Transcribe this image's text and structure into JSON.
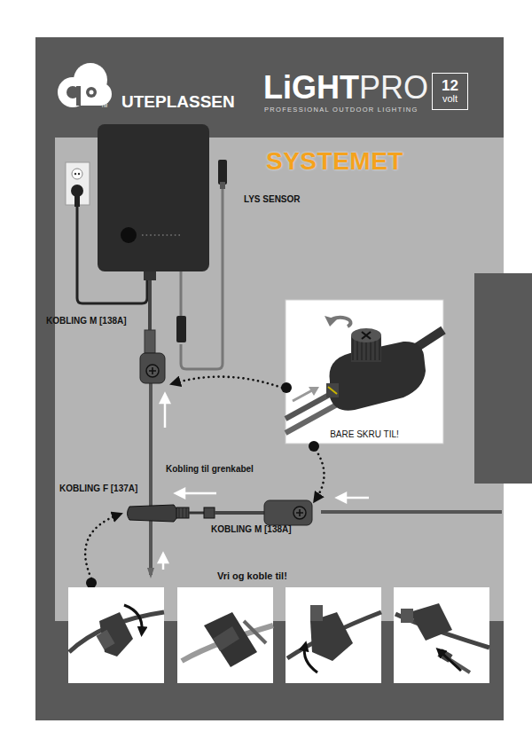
{
  "diagram": {
    "title": "SYSTEMET",
    "nodes": [
      {
        "text": [
          "12",
          "volt"
        ]
      },
      {
        "text": [
          "BARE SKRU TIL!"
        ]
      }
    ],
    "labels": [
      "TM",
      "UTEPLASSEN",
      "LiGHT",
      "PRO",
      "PROFESSIONAL OUTDOOR LIGHTING",
      "LYS SENSOR",
      "KOBLING M [138A]",
      "Kobling til grenkabel",
      "KOBLING F [137A]",
      "KOBLING M [138A]",
      "Vri og koble til!"
    ]
  }
}
